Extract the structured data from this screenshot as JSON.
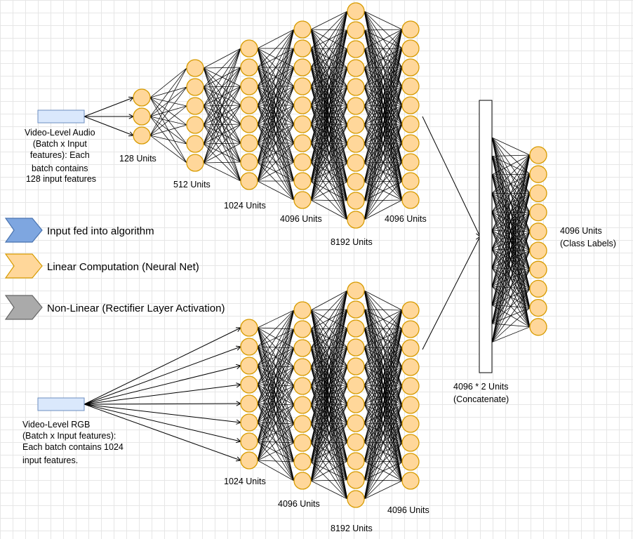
{
  "colors": {
    "node_fill": "#ffd79a",
    "node_stroke": "#d79b00",
    "input_fill": "#dae8fc",
    "input_stroke": "#6c8ebf",
    "legend_input": "#7ea6e0",
    "legend_linear": "#ffd79a",
    "legend_nonlinear": "#aaaaaa"
  },
  "inputs": {
    "audio": [
      "Video-Level Audio",
      "(Batch x Input",
      "features): Each",
      "batch contains",
      "128 input features"
    ],
    "rgb": [
      "Video-Level RGB",
      "(Batch x Input features):",
      "Each batch contains 1024",
      "input features."
    ]
  },
  "audio_layers": [
    {
      "label": "128 Units",
      "nodes": 3
    },
    {
      "label": "512 Units",
      "nodes": 6
    },
    {
      "label": "1024 Units",
      "nodes": 8
    },
    {
      "label": "4096 Units",
      "nodes": 10
    },
    {
      "label": "8192 Units",
      "nodes": 12
    },
    {
      "label": "4096 Units",
      "nodes": 10
    }
  ],
  "rgb_layers": [
    {
      "label": "1024 Units",
      "nodes": 8
    },
    {
      "label": "4096 Units",
      "nodes": 10
    },
    {
      "label": "8192 Units",
      "nodes": 12
    },
    {
      "label": "4096 Units",
      "nodes": 10
    }
  ],
  "concat": {
    "line1": "4096 * 2  Units",
    "line2": "(Concatenate)"
  },
  "output": {
    "nodes": 10,
    "line1": "4096 Units",
    "line2": "(Class Labels)"
  },
  "legend": [
    {
      "icon": "blue-chevron-icon",
      "label": "Input fed into algorithm"
    },
    {
      "icon": "orange-chevron-icon",
      "label": "Linear Computation (Neural Net)"
    },
    {
      "icon": "gray-chevron-icon",
      "label": "Non-Linear (Rectifier Layer Activation)"
    }
  ]
}
